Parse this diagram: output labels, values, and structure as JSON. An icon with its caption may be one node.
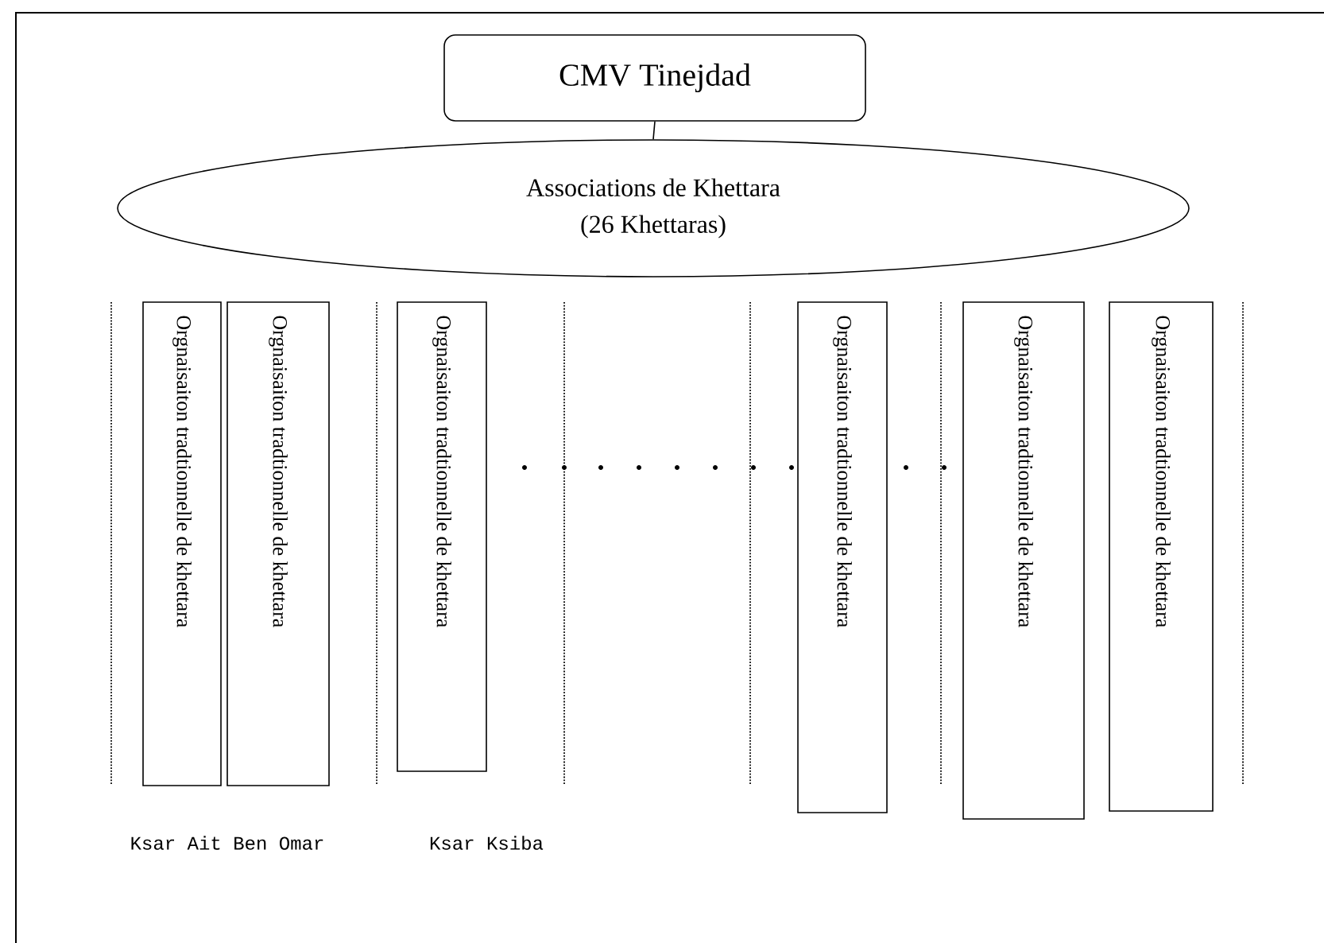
{
  "diagram": {
    "nodes": [
      {
        "text": [
          "CMV Tinejdad"
        ]
      },
      {
        "text": [
          "Associations de Khettara",
          "(26 Khettaras)"
        ]
      },
      {
        "text": [
          "Orgnaisaiton tradtionnelle de khettara"
        ]
      },
      {
        "text": [
          "Orgnaisaiton tradtionnelle de khettara"
        ]
      },
      {
        "text": [
          "Orgnaisaiton tradtionnelle de khettara"
        ]
      },
      {
        "text": [
          "Orgnaisaiton tradtionnelle de khettara"
        ]
      },
      {
        "text": [
          "Orgnaisaiton tradtionnelle de khettara"
        ]
      },
      {
        "text": [
          "Orgnaisaiton tradtionnelle de khettara"
        ]
      }
    ],
    "edges": [
      {
        "from": 0,
        "to": 1,
        "arrow": "none"
      }
    ],
    "labels": [
      "Ksar Ait Ben Omar",
      "Ksar Ksiba"
    ]
  }
}
